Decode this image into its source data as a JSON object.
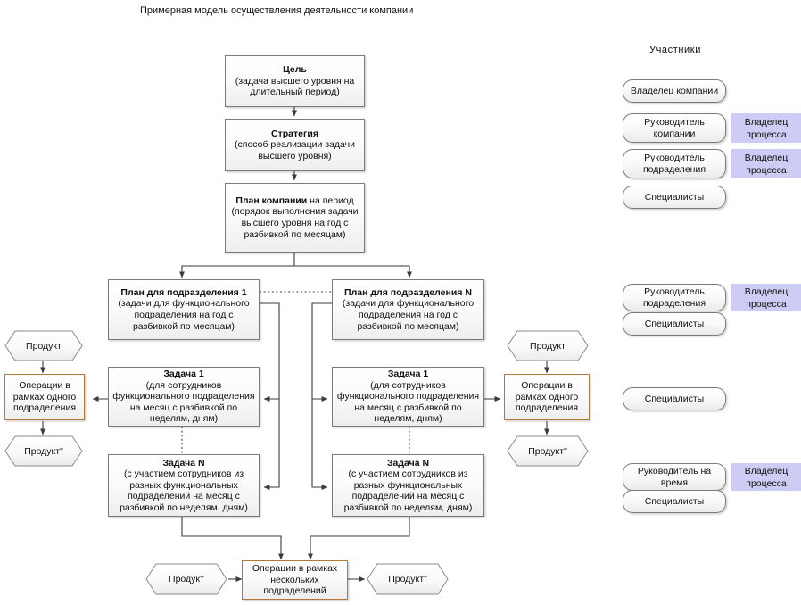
{
  "title": "Примерная модель осуществления деятельности компании",
  "participants_panel": {
    "heading": "Участники",
    "owner_badge_label": "Владелец процесса",
    "owner_badge_color": "#ccccf5",
    "groups": [
      {
        "name": "company-level",
        "roles": [
          "Владелец компании",
          "Руководитель компании",
          "Руководитель подраделения",
          "Специалисты"
        ],
        "owners": [
          "",
          "Владелец процесса",
          "Владелец процесса",
          ""
        ]
      },
      {
        "name": "division-level",
        "roles": [
          "Руководитель подраделения",
          "Специалисты"
        ],
        "owners": [
          "Владелец процесса",
          ""
        ]
      },
      {
        "name": "task-level",
        "roles": [
          "Специалисты"
        ],
        "owners": [
          ""
        ]
      },
      {
        "name": "cross-division-level",
        "roles": [
          "Руководитель на время",
          "Специалисты"
        ],
        "owners": [
          "Владелец процесса",
          ""
        ]
      }
    ]
  },
  "nodes": {
    "goal": {
      "title": "Цель",
      "subtitle": "(задача высшего уровня на длительный период)"
    },
    "strategy": {
      "title": "Стратегия",
      "subtitle": "(способ реализации задачи высшего уровня)"
    },
    "company_plan": {
      "title": "План компании",
      "title_tail": " на период",
      "subtitle": "(порядок выполнения задачи высшего уровня на год с разбивкой по месяцам)"
    },
    "division_plan_1": {
      "title": "План для подразделения 1",
      "subtitle": "(задачи для функционального подраделения на год с разбивкой по месяцам)"
    },
    "division_plan_n": {
      "title": "План для подразделения N",
      "subtitle": "(задачи для функционального подраделения на год с разбивкой по месяцам)"
    },
    "task_1_left": {
      "title": "Задача 1",
      "subtitle": "(для сотрудников функционального подраделения на месяц с разбивкой по неделям, дням)"
    },
    "task_n_left": {
      "title": "Задача N",
      "subtitle": "(с участием сотрудников из разных функциональных подраделений на месяц с разбивкой по неделям, дням)"
    },
    "task_1_right": {
      "title": "Задача 1",
      "subtitle": "(для сотрудников функционального подраделения на месяц с разбивкой по неделям, дням)"
    },
    "task_n_right": {
      "title": "Задача N",
      "subtitle": "(с участием сотрудников из разных функциональных подраделений на месяц с разбивкой по неделям, дням)"
    },
    "op_single_left": {
      "label": "Операции в рамках одного подраделения"
    },
    "op_single_right": {
      "label": "Операции в рамках одного подраделения"
    },
    "op_multi": {
      "label": "Операции в рамках нескольких подраделений"
    }
  },
  "products": {
    "left_in": "Продукт",
    "left_out": "Продукт\"",
    "right_in": "Продукт",
    "right_out": "Продукт\"",
    "bottom_in": "Продукт",
    "bottom_out": "Продукт\""
  },
  "colors": {
    "operation_border": "#b5763a",
    "node_border": "#7a7a7a",
    "connector": "#404040",
    "owner_highlight": "#ccccf5",
    "background": "#ffffff"
  }
}
